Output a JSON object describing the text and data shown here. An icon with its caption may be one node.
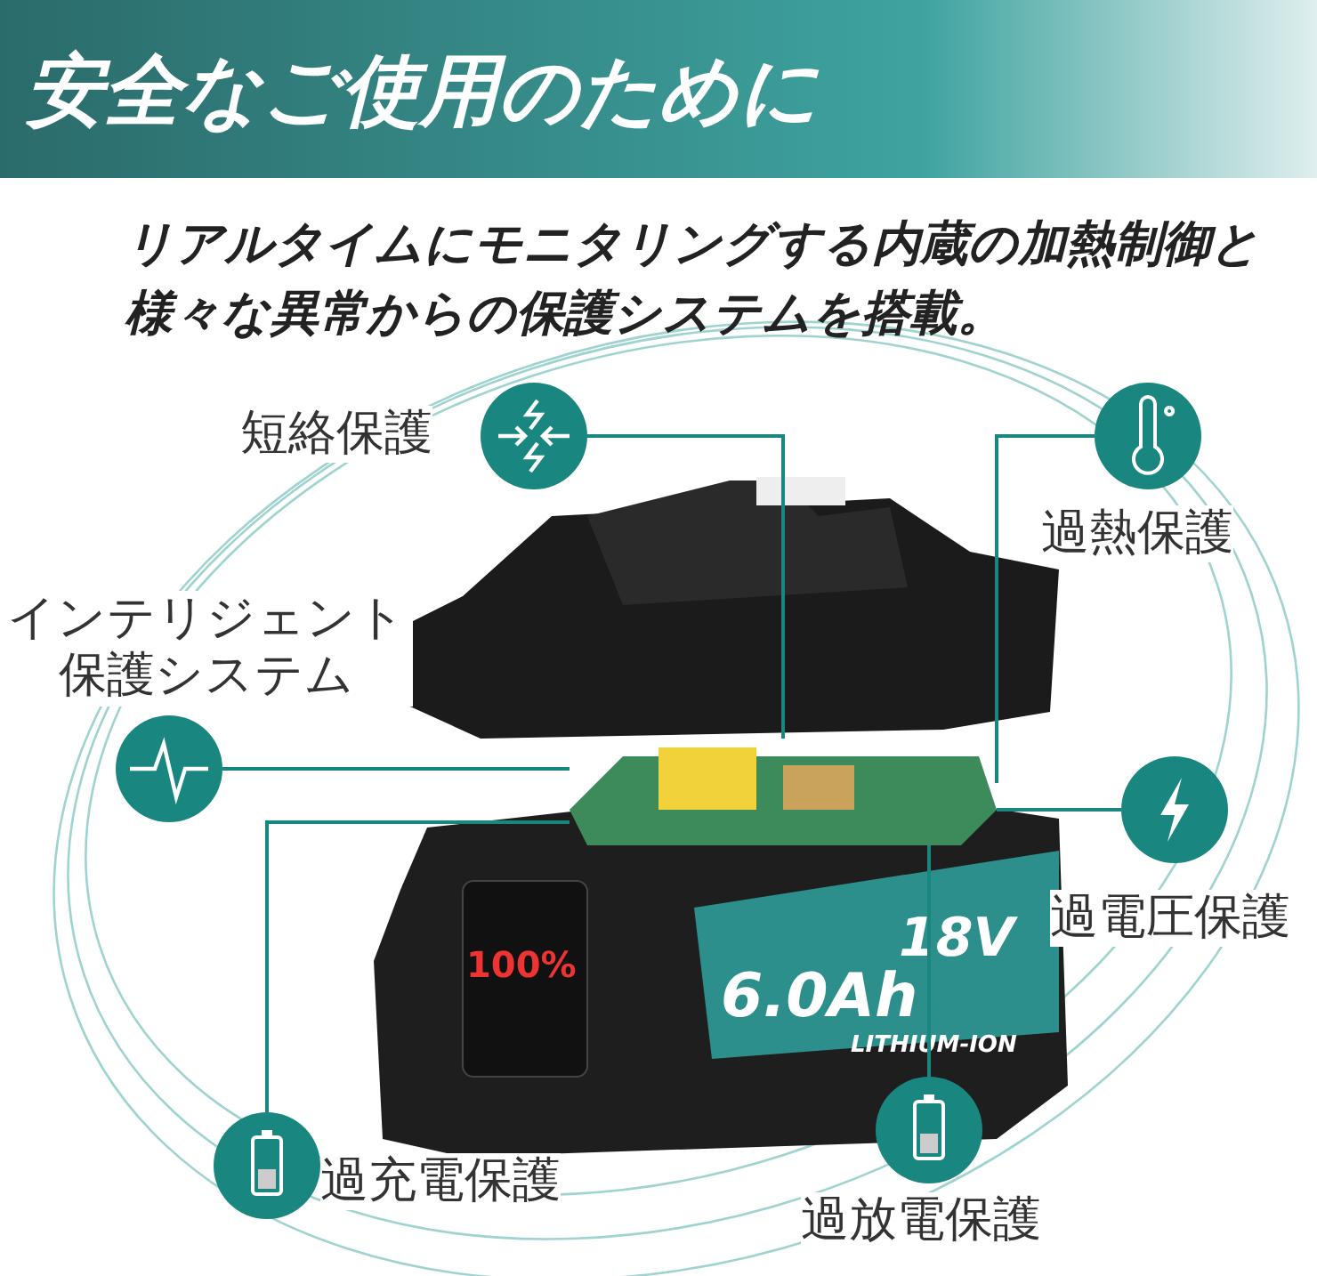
{
  "diagram": {
    "title": "安全なご使用のために",
    "caption": "リアルタイムにモニタリングする内蔵の加熱制御と様々な異常からの保護システムを搭載。",
    "nodes": [
      {
        "text": [
          "短絡保護"
        ]
      },
      {
        "text": [
          "過熱保護"
        ]
      },
      {
        "text": [
          "インテリジェント保護システム"
        ]
      },
      {
        "text": [
          "過電圧保護"
        ]
      },
      {
        "text": [
          "過充電保護"
        ]
      },
      {
        "text": [
          "過放電保護"
        ]
      },
      {
        "text": [],
        "shape": "picture"
      }
    ],
    "edges": [
      {
        "from": 0,
        "to": 6,
        "arrow": "none"
      },
      {
        "from": 1,
        "to": 6,
        "arrow": "none"
      },
      {
        "from": 2,
        "to": 6,
        "arrow": "none"
      },
      {
        "from": 3,
        "to": 6,
        "arrow": "none"
      },
      {
        "from": 4,
        "to": 6,
        "arrow": "none"
      },
      {
        "from": 5,
        "to": 6,
        "arrow": "none"
      }
    ],
    "labels": [
      "100%",
      "6.0Ah",
      "18V",
      "LITHIUM-ION"
    ]
  }
}
